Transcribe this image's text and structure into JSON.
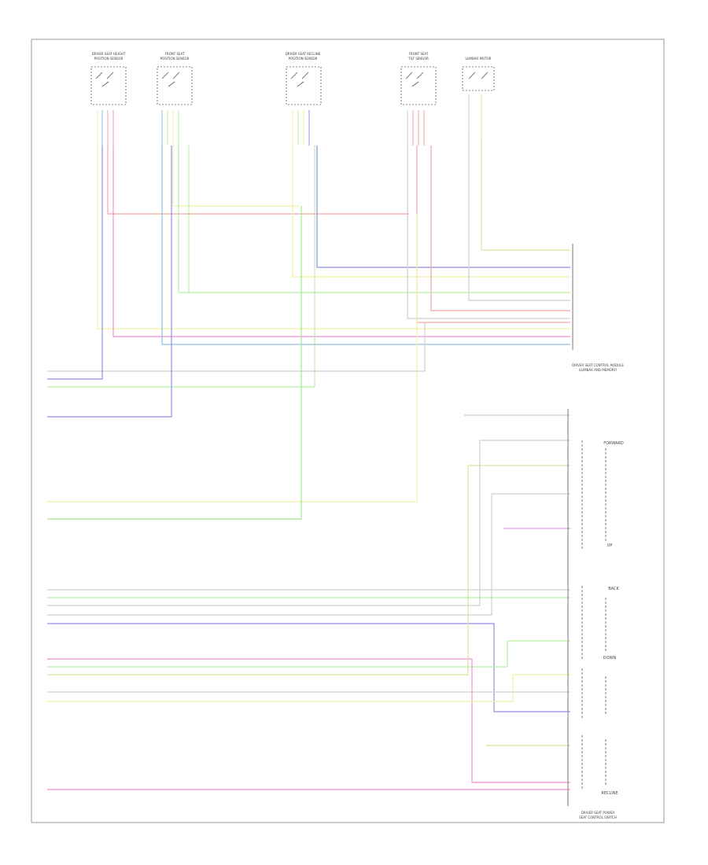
{
  "diagram": {
    "border_color": "#888888",
    "footer_left": "",
    "connectors": {
      "right_module_title": [
        "DRIVER SEAT CONTROL MODULE",
        "(LUMBAR AND MEMORY)"
      ],
      "switch_module_title": [
        "DRIVER SEAT POWER",
        "SEAT CONTROL SWITCH"
      ]
    },
    "sensor_labels": [
      [
        "DRIVER SEAT HEIGHT",
        "POSITION SENSOR"
      ],
      [
        "FRONT SEAT",
        "POSITION SENSOR"
      ],
      [
        "DRIVER SEAT RECLINE",
        "POSITION SENSOR"
      ],
      [
        "FRONT SEAT",
        "TILT SENSOR"
      ],
      [
        "LUMBAR MOTOR"
      ]
    ],
    "switch_labels": [
      "FORWARD",
      "BACK",
      "UP",
      "DOWN",
      "RECLINE"
    ],
    "wire_colors": {
      "yellow": "#f2f2a0",
      "red": "#f5a3a3",
      "blue": "#8f8fe8",
      "green": "#b3f0a3",
      "pink": "#f08fd6",
      "lightblue": "#8fbde0",
      "gray": "#cfcfcf",
      "olive": "#e0e0a0",
      "violet": "#d699f0",
      "lime": "#a3e68f"
    }
  }
}
